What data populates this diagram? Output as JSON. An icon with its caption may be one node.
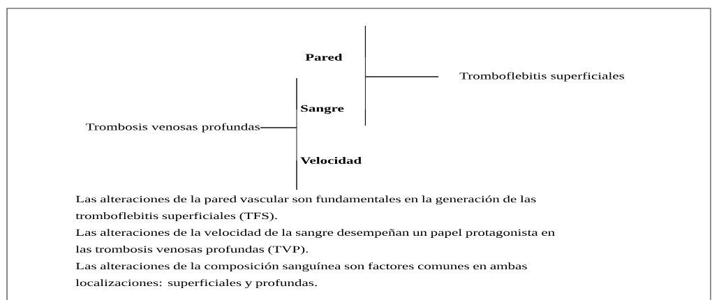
{
  "diagram": {
    "nodes": [
      {
        "text": [
          "Pared"
        ]
      },
      {
        "text": [
          "Sangre"
        ]
      },
      {
        "text": [
          "Velocidad"
        ]
      },
      {
        "text": [
          "Trombosis venosas profundas"
        ]
      },
      {
        "text": [
          "Tromboflebitis superficiales"
        ]
      }
    ],
    "edges": [
      {
        "from": 3,
        "to": 1,
        "arrow": "none"
      },
      {
        "from": 3,
        "to": 2,
        "arrow": "none"
      },
      {
        "from": 0,
        "to": 4,
        "arrow": "none"
      },
      {
        "from": 1,
        "to": 4,
        "arrow": "none"
      }
    ],
    "labels": [
      "Las alteraciones de la pared vascular son fundamentales en la generación de las tromboflebitis superficiales (TFS).",
      "Las alteraciones de la velocidad de la sangre desempeñan un papel protagonista en las trombosis venosas profundas (TVP).",
      "Las alteraciones de la composición sanguínea son factores comunes en ambas localizaciones: superficiales y profundas."
    ]
  }
}
